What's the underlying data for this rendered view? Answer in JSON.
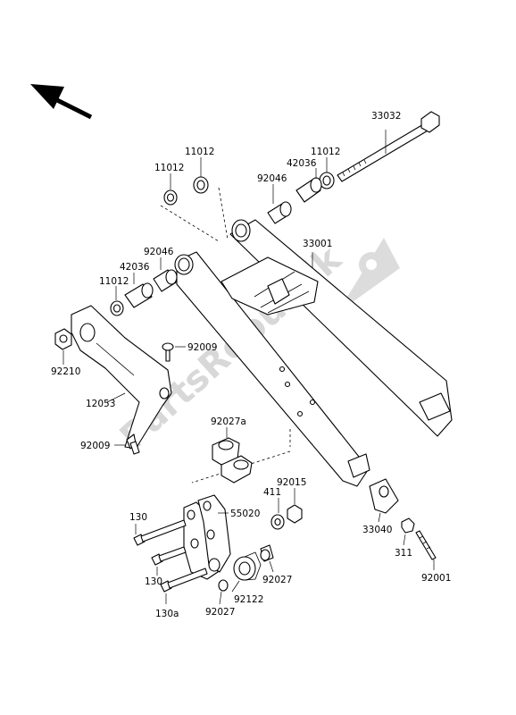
{
  "watermark": {
    "text": "PartsRepublik",
    "icon": "gear-icon"
  },
  "direction_arrow": {
    "icon": "arrow-up-left-icon"
  },
  "callouts": {
    "c33032": "33032",
    "c11012_top": "11012",
    "c11012_left": "11012",
    "c11012_right": "11012",
    "c42036_right": "42036",
    "c92046_right": "92046",
    "c33001": "33001",
    "c92046_left": "92046",
    "c42036_left": "42036",
    "c11012_mid": "11012",
    "c92210": "92210",
    "c92009_top": "92009",
    "c12053": "12053",
    "c92009_bottom": "92009",
    "c92027a": "92027a",
    "c92015": "92015",
    "c411": "411",
    "c55020": "55020",
    "c130_top": "130",
    "c130_mid": "130",
    "c130a": "130a",
    "c92027_right": "92027",
    "c92122": "92122",
    "c92027_bottom": "92027",
    "c33040": "33040",
    "c311": "311",
    "c92001": "92001"
  }
}
